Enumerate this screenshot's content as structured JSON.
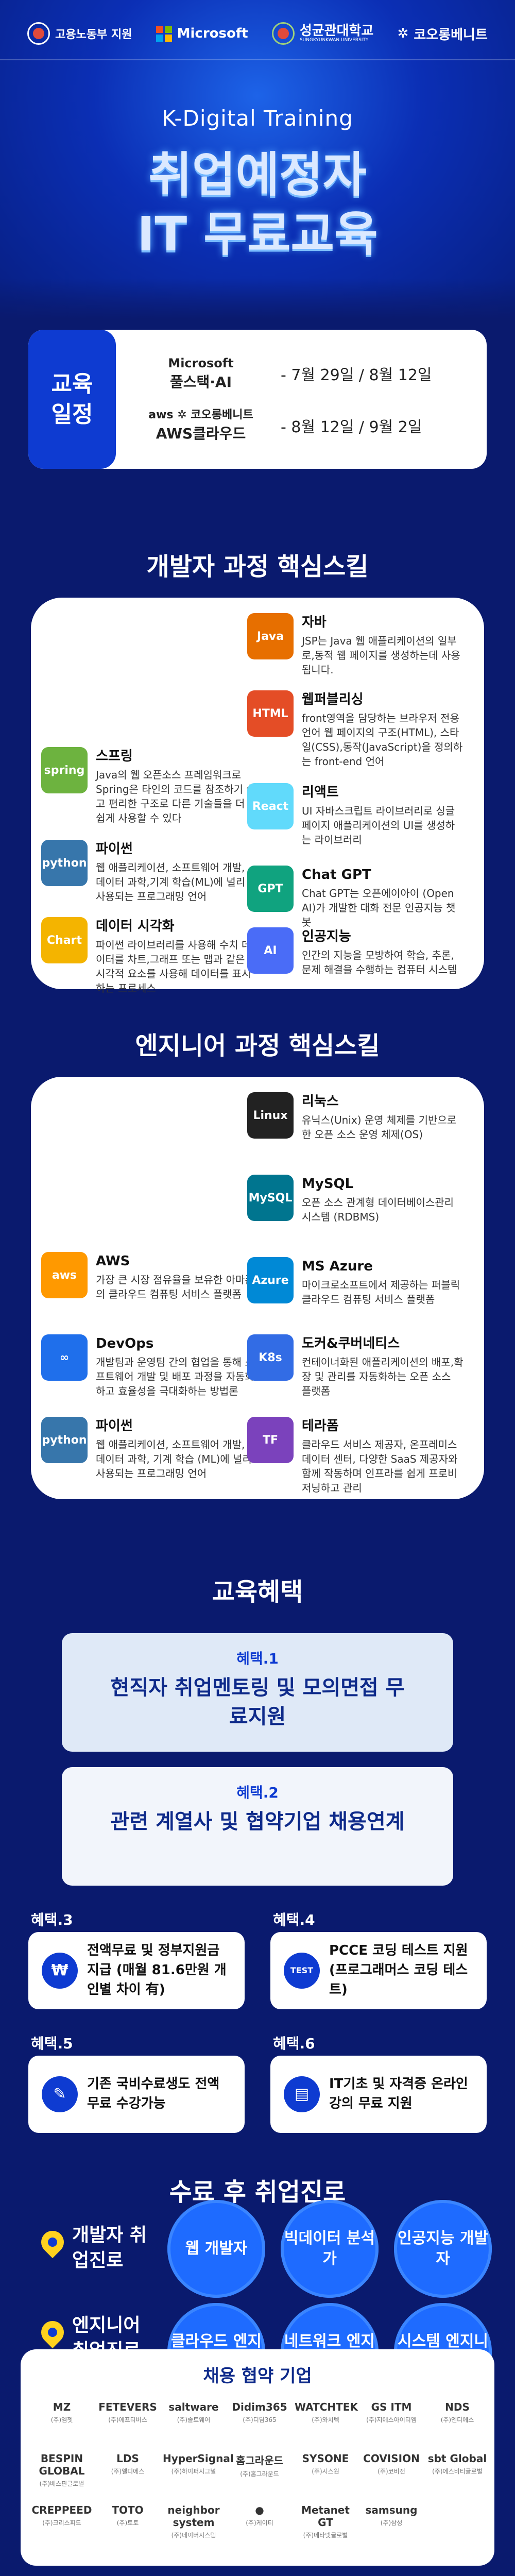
{
  "header": {
    "moel": "고용노동부 지원",
    "microsoft": "Microsoft",
    "skku": "성균관대학교",
    "skku_en": "SUNGKYUNKWAN UNIVERSITY",
    "korea_it": "코오롱베니트"
  },
  "hero": {
    "subtitle": "K-Digital Training",
    "title_line1": "취업예정자",
    "title_line2": "IT 무료교육"
  },
  "schedule": {
    "label_line1": "교육",
    "label_line2": "일정",
    "rows": [
      {
        "logo": "Microsoft",
        "provider": "풀스택·AI",
        "dates": "- 7월 29일 / 8월 12일"
      },
      {
        "logo": "aws ✲ 코오롱베니트",
        "provider": "AWS클라우드",
        "dates": "- 8월 12일 / 9월 2일"
      }
    ]
  },
  "dev": {
    "heading": "개발자 과정 핵심스킬",
    "skills": [
      {
        "icon": "Java",
        "name": "자바",
        "desc": "JSP는 Java 웹 애플리케이션의 일부로,동적 웹 페이지를 생성하는데 사용됩니다."
      },
      {
        "icon": "HTML",
        "name": "웹퍼블리싱",
        "desc": "front영역을 담당하는 브라우저 전용 언어 웹 페이지의 구조(HTML), 스타일(CSS),동작(JavaScript)을 정의하는 front-end 언어"
      },
      {
        "icon": "spring",
        "name": "스프링",
        "desc": "Java의 웹 오픈소스 프레임워크로 Spring은 타인의 코드를 참조하기 쉽고 편리한 구조로 다른 기술들을 더 쉽게 사용할 수 있다"
      },
      {
        "icon": "React",
        "name": "리액트",
        "desc": "UI 자바스크립트 라이브러리로 싱글 페이지 애플리케이션의 UI를 생성하는 라이브러리"
      },
      {
        "icon": "python",
        "name": "파이썬",
        "desc": "웹 애플리케이션, 소프트웨어 개발, 데이터 과학,기계 학습(ML)에 널리 사용되는 프로그래밍 언어"
      },
      {
        "icon": "GPT",
        "name": "Chat GPT",
        "desc": "Chat GPT는 오픈에이아이 (Open AI)가 개발한 대화 전문 인공지능 챗봇"
      },
      {
        "icon": "Chart",
        "name": "데이터 시각화",
        "desc": "파이썬 라이브러리를 사용해 수치 데이터를 차트,그래프 또는 맵과 같은 시각적 요소를 사용해 데이터를 표시하는 프로세스"
      },
      {
        "icon": "AI",
        "name": "인공지능",
        "desc": "인간의 지능을 모방하여 학습, 추론, 문제 해결을 수행하는 컴퓨터 시스템"
      }
    ]
  },
  "eng": {
    "heading": "엔지니어 과정 핵심스킬",
    "skills": [
      {
        "icon": "Linux",
        "name": "리눅스",
        "desc": "유닉스(Unix) 운영 체제를 기반으로 한 오픈 소스 운영 체제(OS)"
      },
      {
        "icon": "MySQL",
        "name": "MySQL",
        "desc": "오픈 소스 관계형 데이터베이스관리 시스템 (RDBMS)"
      },
      {
        "icon": "aws",
        "name": "AWS",
        "desc": "가장 큰 시장 점유율을 보유한 아마존의 클라우드 컴퓨팅 서비스 플랫폼"
      },
      {
        "icon": "Azure",
        "name": "MS Azure",
        "desc": "마이크로소프트에서 제공하는 퍼블릭 클라우드 컴퓨팅 서비스 플랫폼"
      },
      {
        "icon": "∞",
        "name": "DevOps",
        "desc": "개발팀과 운영팀 간의 협업을 통해 소프트웨어 개발 및 배포 과정을 자동화하고 효율성을 극대화하는 방법론"
      },
      {
        "icon": "K8s",
        "name": "도커&쿠버네티스",
        "desc": "컨테이너화된 애플리케이션의 배포,확장 및 관리를 자동화하는 오픈 소스 플랫폼"
      },
      {
        "icon": "python",
        "name": "파이썬",
        "desc": "웹 애플리케이션, 소프트웨어 개발, 데이터 과학, 기계 학습 (ML)에 널리 사용되는 프로그래밍 언어"
      },
      {
        "icon": "TF",
        "name": "테라폼",
        "desc": "클라우드 서비스 제공자, 온프레미스 데이터 센터, 다양한 SaaS 제공자와 함께 작동하며 인프라를 쉽게 프로비저닝하고 관리"
      }
    ]
  },
  "benefits": {
    "heading": "교육혜택",
    "b1_label": "혜택.1",
    "b1_text": "현직자 취업멘토링 및 모의면접 무료지원",
    "b2_label": "혜택.2",
    "b2_text": "관련 계열사 및 협약기업 채용연계",
    "small": [
      {
        "label": "혜택.3",
        "icon": "₩",
        "text": "전액무료 및 정부지원금 지급 (매월 81.6만원 개인별 차이 有)"
      },
      {
        "label": "혜택.4",
        "icon": "TEST",
        "text": "PCCE 코딩 테스트 지원 (프로그래머스 코딩 테스트)"
      },
      {
        "label": "혜택.5",
        "icon": "✎",
        "text": "기존 국비수료생도 전액무료 수강가능"
      },
      {
        "label": "혜택.6",
        "icon": "▤",
        "text": "IT기초 및 자격증 온라인 강의 무료 지원"
      }
    ]
  },
  "career": {
    "heading": "수료 후 취업진로",
    "dev_label": "개발자 취업진로",
    "eng_label": "엔지니어 취업진로",
    "dev_paths": [
      "웹 개발자",
      "빅데이터 분석가",
      "인공지능 개발자"
    ],
    "eng_paths": [
      "클라우드 엔지니어",
      "네트워크 엔지니어",
      "시스템 엔지니어"
    ]
  },
  "partners": {
    "heading": "채용 협약 기업",
    "logos": [
      {
        "name": "MZ",
        "sub": "(주)엠젯"
      },
      {
        "name": "FETEVERS",
        "sub": "(주)에프티버스"
      },
      {
        "name": "saltware",
        "sub": "(주)솔트웨어"
      },
      {
        "name": "Didim365",
        "sub": "(주)디딤365"
      },
      {
        "name": "WATCHTEK",
        "sub": "(주)와치텍"
      },
      {
        "name": "GS ITM",
        "sub": "(주)지에스아이티엠"
      },
      {
        "name": "NDS",
        "sub": "(주)엔디에스"
      },
      {
        "name": "BESPIN GLOBAL",
        "sub": "(주)베스핀글로벌"
      },
      {
        "name": "LDS",
        "sub": "(주)엘디에스"
      },
      {
        "name": "HyperSignal",
        "sub": "(주)하이퍼시그널"
      },
      {
        "name": "홈그라운드",
        "sub": "(주)홈그라운드"
      },
      {
        "name": "SYSONE",
        "sub": "(주)시스원"
      },
      {
        "name": "COVISION",
        "sub": "(주)코비전"
      },
      {
        "name": "sbt Global",
        "sub": "(주)에스비티글로벌"
      },
      {
        "name": "CREPPEED",
        "sub": "(주)크리스피드"
      },
      {
        "name": "TOTO",
        "sub": "(주)토토"
      },
      {
        "name": "neighbor system",
        "sub": "(주)네이버시스템"
      },
      {
        "name": "●",
        "sub": "(주)케이티"
      },
      {
        "name": "Metanet GT",
        "sub": "(주)메타넷글로벌"
      },
      {
        "name": "samsung",
        "sub": "(주)삼성"
      }
    ]
  }
}
